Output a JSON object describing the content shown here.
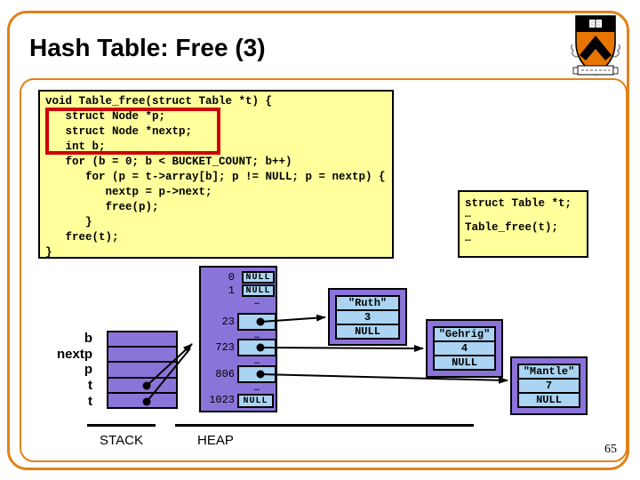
{
  "title": "Hash Table: Free (3)",
  "page_number": "65",
  "code_box": {
    "lines": [
      "void Table_free(struct Table *t) {",
      "   struct Node *p;",
      "   struct Node *nextp;",
      "   int b;",
      "   for (b = 0; b < BUCKET_COUNT; b++)",
      "      for (p = t->array[b]; p != NULL; p = nextp) {",
      "         nextp = p->next;",
      "         free(p);",
      "      }",
      "   free(t);",
      "}"
    ]
  },
  "caller_box": {
    "lines": [
      "struct Table *t;",
      "…",
      "Table_free(t);",
      "…"
    ]
  },
  "stack": {
    "label": "STACK",
    "slots": [
      "b",
      "nextp",
      "p",
      "t",
      "t"
    ]
  },
  "heap": {
    "label": "HEAP",
    "ellipsis": "…",
    "buckets": [
      {
        "index": "0",
        "value": "NULL"
      },
      {
        "index": "1",
        "value": "NULL"
      },
      {
        "index": "23",
        "value": ""
      },
      {
        "index": "723",
        "value": ""
      },
      {
        "index": "806",
        "value": ""
      },
      {
        "index": "1023",
        "value": "NULL"
      }
    ]
  },
  "nodes": [
    {
      "key": "\"Ruth\"",
      "value": "3",
      "next": "NULL"
    },
    {
      "key": "\"Gehrig\"",
      "value": "4",
      "next": "NULL"
    },
    {
      "key": "\"Mantle\"",
      "value": "7",
      "next": "NULL"
    }
  ],
  "colors": {
    "accent_orange": "#E0821A",
    "princeton_orange": "#E77500",
    "highlight_red": "#CC0000",
    "code_background": "#FFFF9C",
    "memory_purple": "#8B74D9",
    "cell_blue": "#AAD4F2"
  }
}
